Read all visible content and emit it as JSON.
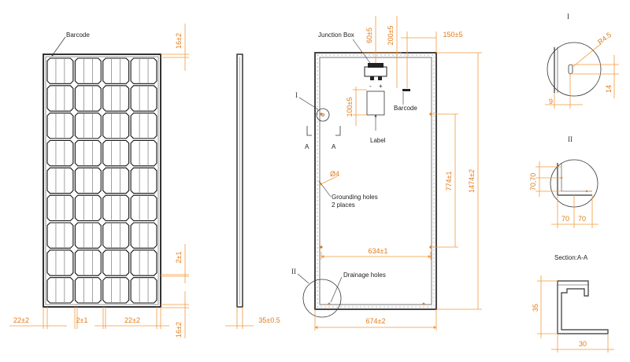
{
  "colors": {
    "dimension": "#f39a3c",
    "dimension_text": "#e07b1a",
    "line": "#333333",
    "cell": "#111111"
  },
  "front": {
    "callout_barcode": "Barcode",
    "dim_top_edge": "16±2",
    "dim_cell_gap_right": "2±1",
    "dim_bottom_edge": "16±2",
    "dim_left_margin": "22±2",
    "dim_cell_gap": "2±1",
    "dim_right_margin": "22±2",
    "cell_columns": 4,
    "cell_rows": 9
  },
  "side": {
    "dim_thickness": "35±0.5"
  },
  "rear": {
    "junction_box": "Junction Box",
    "dim_jbox_top": "60±5",
    "dim_barcode_offset": "200±5",
    "dim_barcode_right": "150±5",
    "minus": "-",
    "plus": "+",
    "barcode": "Barcode",
    "dim_label": "100±5",
    "label": "Label",
    "section_mark": "A",
    "detail_1": "I",
    "detail_2": "II",
    "diameter": "Ø4",
    "grounding_line1": "Grounding holes",
    "grounding_line2": "2 places",
    "dim_hole_spacing": "774±1",
    "dim_length": "1474±2",
    "dim_hole_width": "634±1",
    "drainage": "Drainage holes",
    "dim_width": "674±2"
  },
  "detail_i": {
    "title": "I",
    "radius": "R4.5",
    "dim_9": "9",
    "dim_14": "14"
  },
  "detail_ii": {
    "title": "II",
    "dim_vertical": "70,70",
    "dim_h1": "70",
    "dim_h2": "70"
  },
  "section_aa": {
    "title": "Section:A-A",
    "dim_height": "35",
    "dim_width": "30"
  }
}
